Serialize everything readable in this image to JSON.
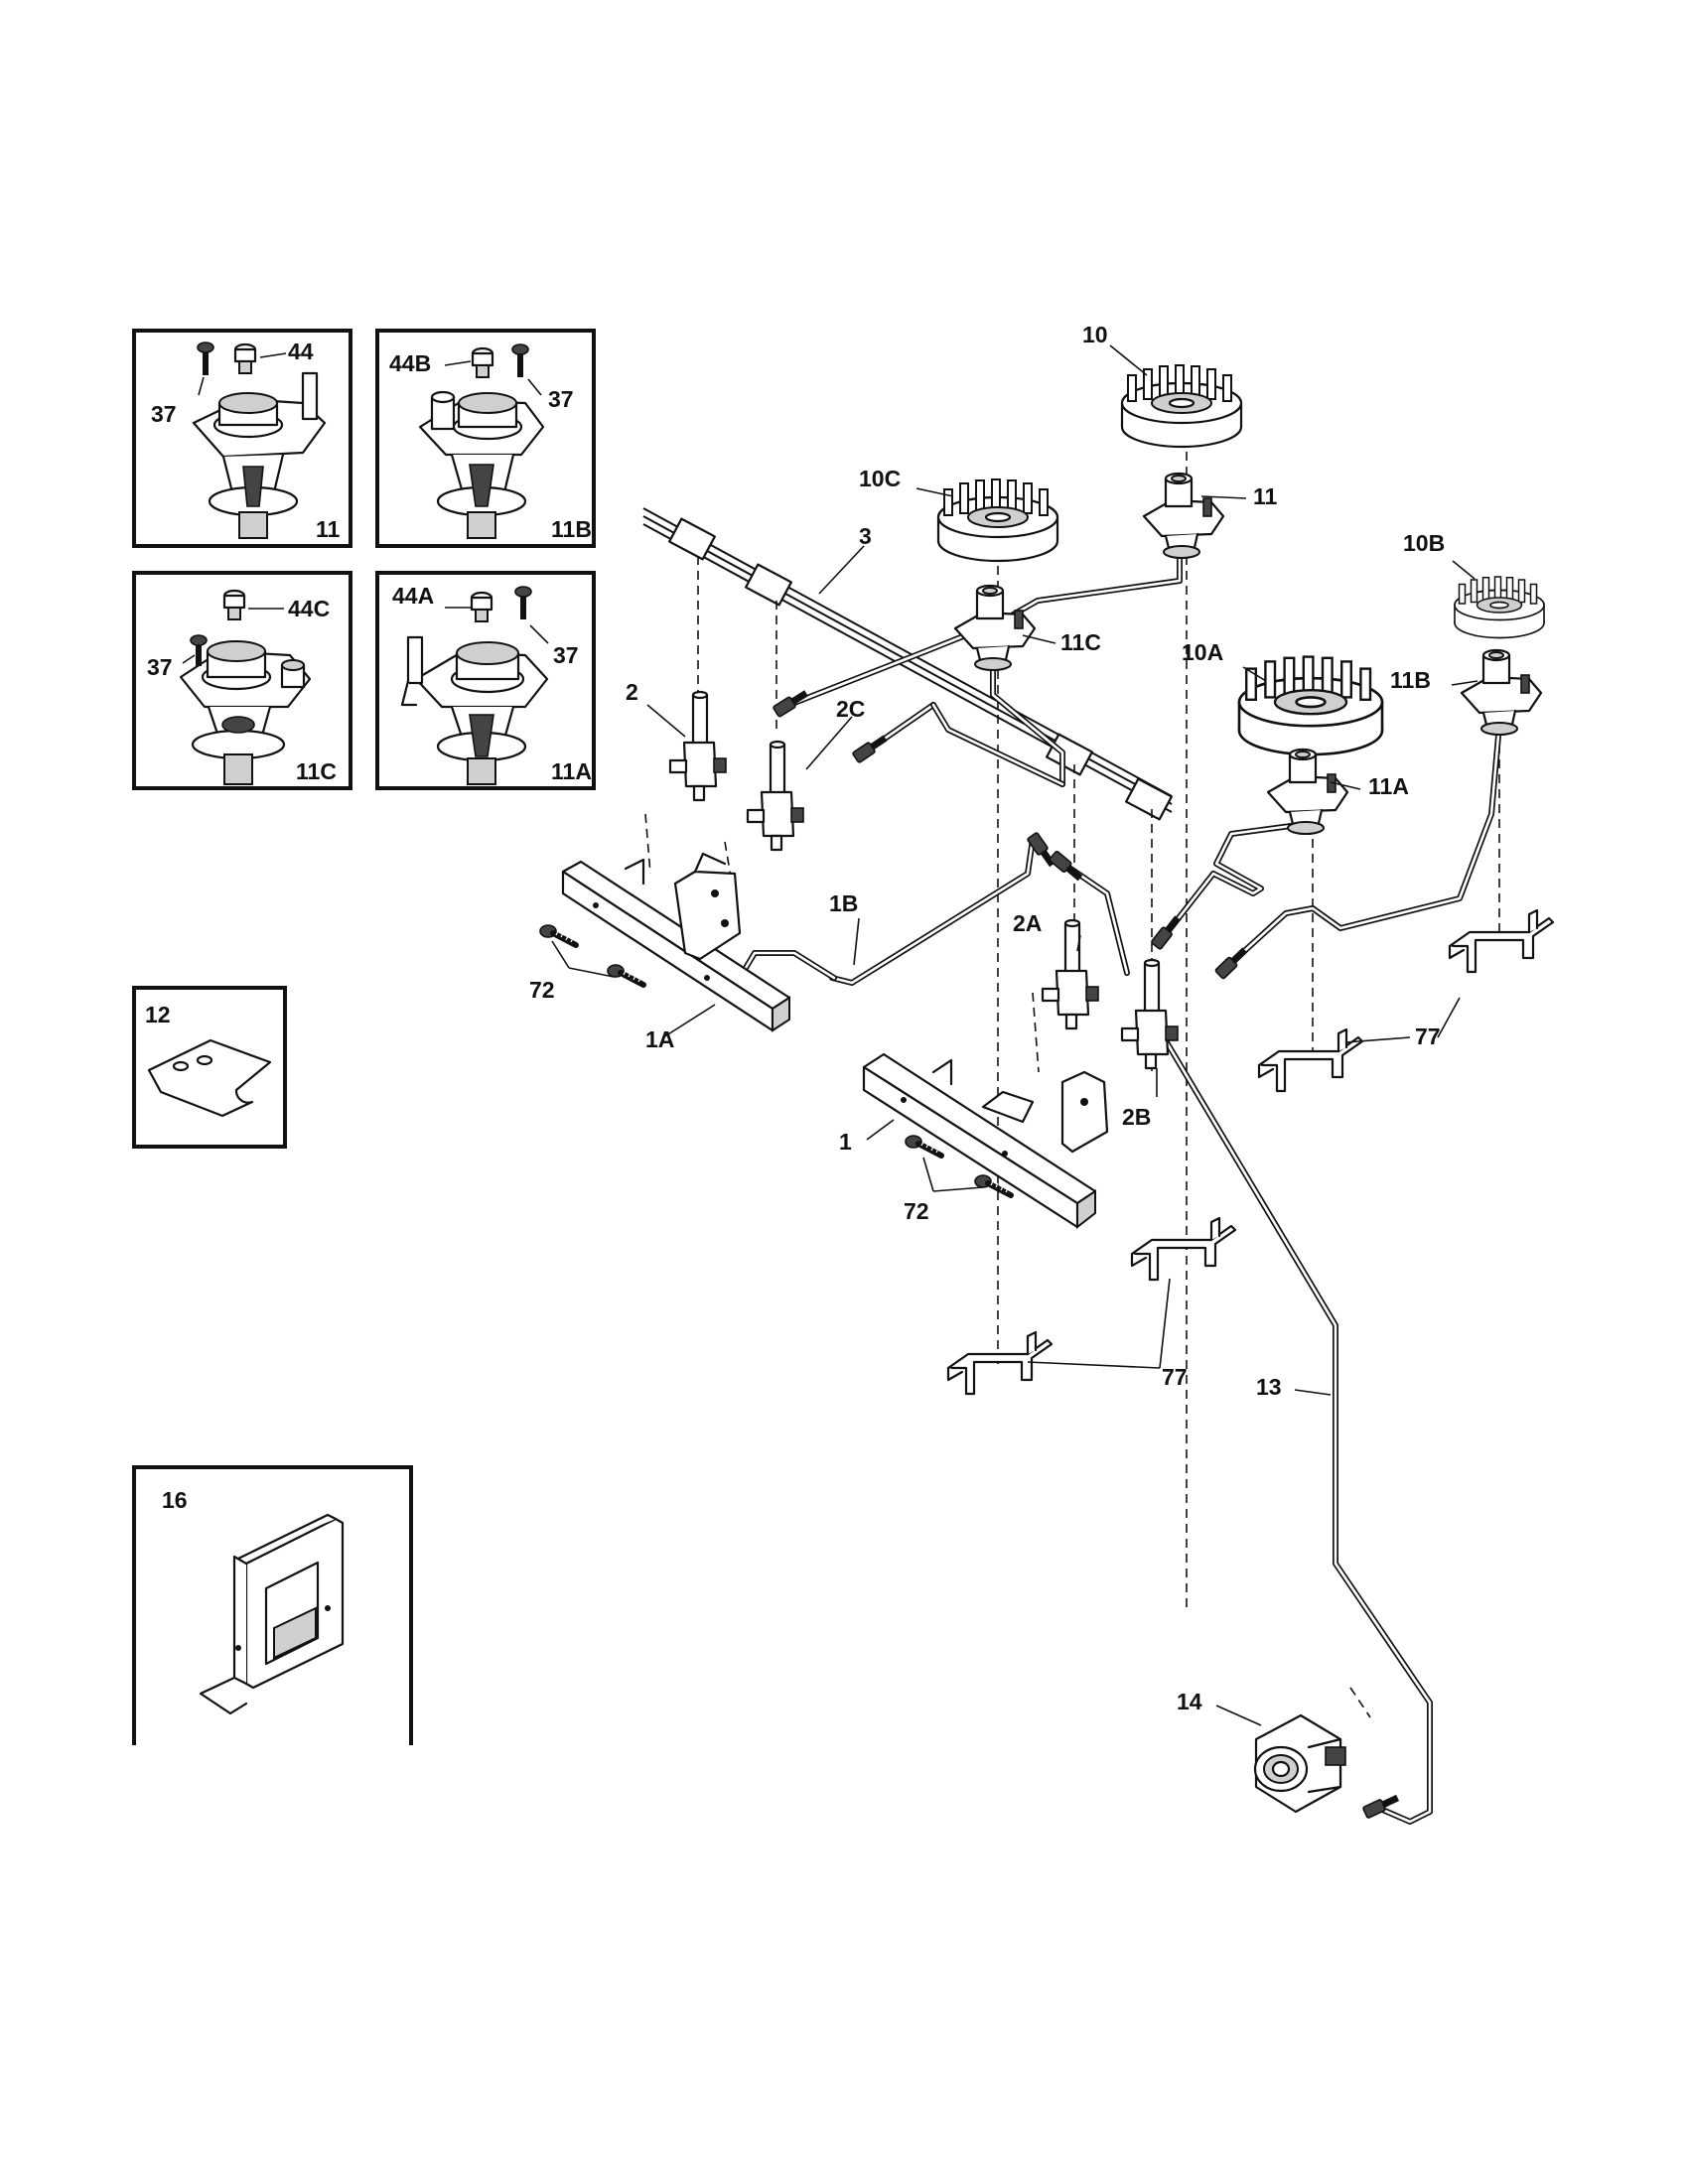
{
  "inset_labels": {
    "box1": {
      "screw": "37",
      "orifice": "44",
      "title": "11"
    },
    "box2": {
      "orifice": "44B",
      "screw": "37",
      "title": "11B"
    },
    "box3": {
      "orifice": "44C",
      "screw": "37",
      "title": "11C"
    },
    "box4": {
      "orifice": "44A",
      "screw": "37",
      "title": "11A"
    },
    "box5": {
      "title": "12"
    },
    "box6": {
      "title": "16"
    }
  },
  "callouts": {
    "cap_10": "10",
    "cap_10c": "10C",
    "cap_10b": "10B",
    "cap_10a": "10A",
    "head_11": "11",
    "head_11c": "11C",
    "head_11b": "11B",
    "head_11a": "11A",
    "tube_3": "3",
    "valve_2": "2",
    "valve_2c": "2C",
    "valve_2a": "2A",
    "valve_2b": "2B",
    "tube_1b": "1B",
    "manifold_1a": "1A",
    "manifold_1": "1",
    "screw_72_left": "72",
    "screw_72_right": "72",
    "bracket_77_right": "77",
    "bracket_77_center": "77",
    "tube_13": "13",
    "regulator_14": "14"
  }
}
